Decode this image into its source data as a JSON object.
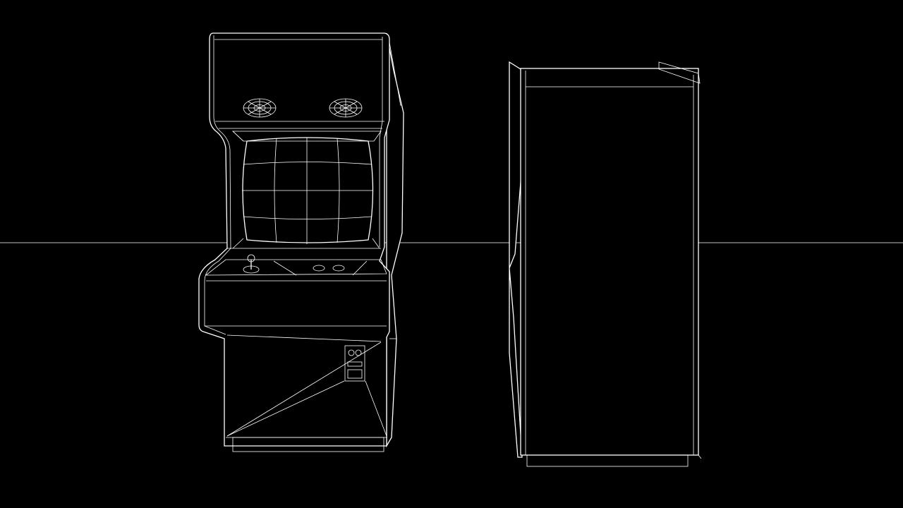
{
  "scene": {
    "background_color": "#000000",
    "line_color": "#ffffff",
    "objects": [
      "arcade-cabinet-front-view",
      "arcade-cabinet-side-view",
      "horizon-line"
    ]
  }
}
